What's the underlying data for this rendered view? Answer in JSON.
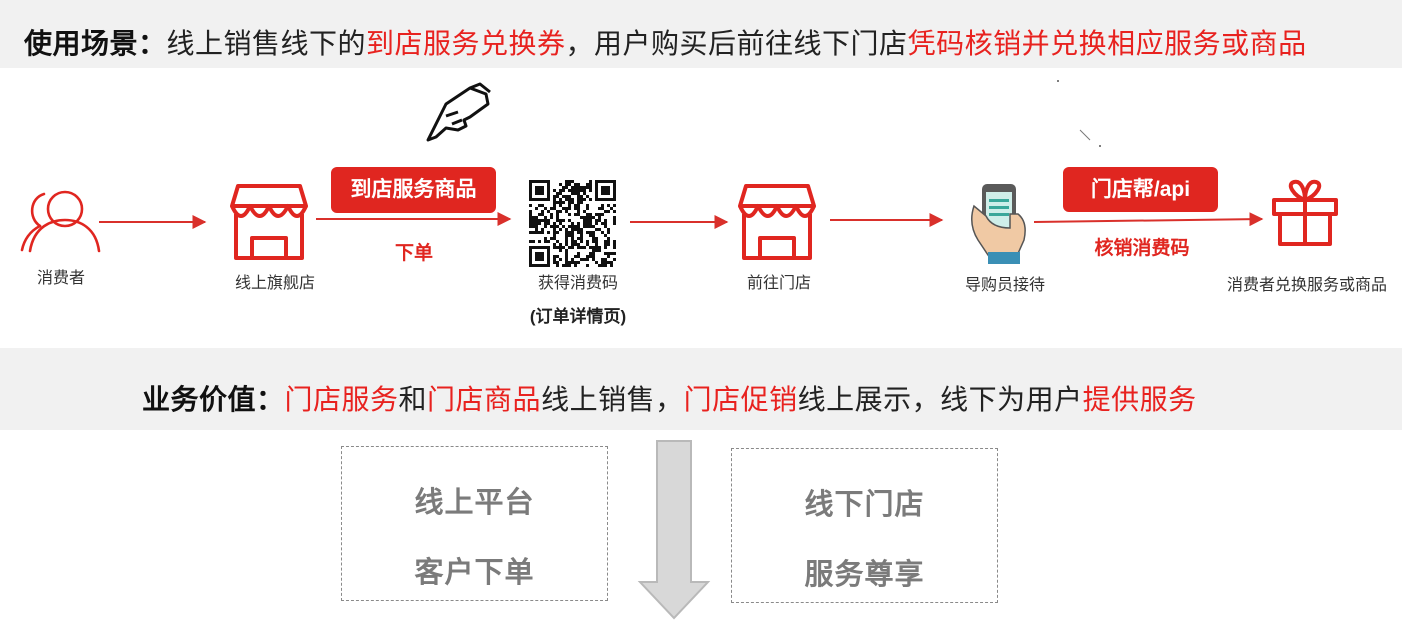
{
  "scenario": {
    "label": "使用场景：",
    "parts": [
      {
        "text": "线上销售线下的",
        "hl": false
      },
      {
        "text": "到店服务兑换券",
        "hl": true
      },
      {
        "text": "，用户购买后前往线下门店",
        "hl": false
      },
      {
        "text": "凭码核销并兑换相应服务或商品",
        "hl": true
      }
    ]
  },
  "flow": {
    "steps": [
      {
        "label": "消费者",
        "icon": "user-icon"
      },
      {
        "label": "线上旗舰店",
        "icon": "store-icon"
      },
      {
        "label": "获得消费码",
        "sublabel": "(订单详情页)",
        "icon": "qr-code-icon"
      },
      {
        "label": "前往门店",
        "icon": "store-icon"
      },
      {
        "label": "导购员接待",
        "icon": "phone-hand-icon"
      },
      {
        "label": "消费者兑换服务或商品",
        "icon": "gift-icon"
      }
    ],
    "tag1": "到店服务商品",
    "note1": "下单",
    "tag2": "门店帮/api",
    "note2": "核销消费码",
    "colors": {
      "accent": "#e02620",
      "arrow": "#d9302b"
    }
  },
  "value": {
    "label": "业务价值：",
    "parts": [
      {
        "text": "门店服务",
        "hl": true
      },
      {
        "text": "和",
        "hl": false
      },
      {
        "text": "门店商品",
        "hl": true
      },
      {
        "text": "线上销售，",
        "hl": false
      },
      {
        "text": "门店促销",
        "hl": true
      },
      {
        "text": "线上展示，线下为用户",
        "hl": false
      },
      {
        "text": "提供服务",
        "hl": true
      }
    ]
  },
  "boxes": {
    "left": {
      "line1": "线上平台",
      "line2": "客户下单"
    },
    "right": {
      "line1": "线下门店",
      "line2": "服务尊享"
    }
  }
}
